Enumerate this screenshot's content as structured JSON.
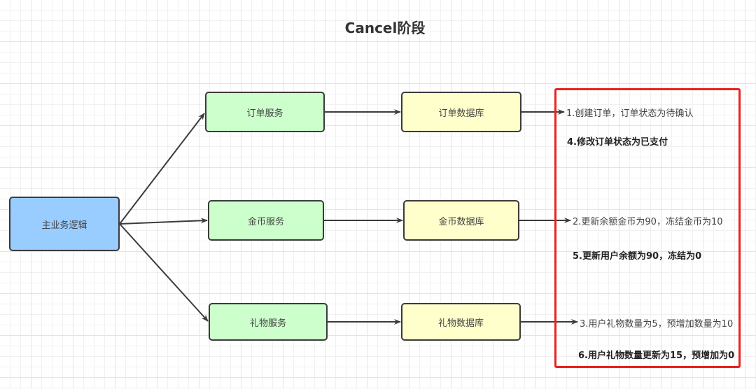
{
  "title": "Cancel阶段",
  "colors": {
    "main_fill": "#99ccff",
    "service_fill": "#ccffcc",
    "db_fill": "#ffffcc",
    "highlight_border": "#e8231d",
    "edge": "#3b3b3b"
  },
  "nodes": {
    "main": "主业务逻辑",
    "order_service": "订单服务",
    "coin_service": "金币服务",
    "gift_service": "礼物服务",
    "order_db": "订单数据库",
    "coin_db": "金币数据库",
    "gift_db": "礼物数据库"
  },
  "notes": {
    "step1": "1.创建订单，订单状态为待确认",
    "step4": "4.修改订单状态为已支付",
    "step2": "2.更新余额金币为90，冻结金币为10",
    "step5": "5.更新用户余额为90，冻结为0",
    "step3": "3.用户礼物数量为5，预增加数量为10",
    "step6": "6.用户礼物数量更新为15，预增加为0"
  },
  "edges": [
    {
      "from": "main",
      "to": "order_service"
    },
    {
      "from": "main",
      "to": "coin_service"
    },
    {
      "from": "main",
      "to": "gift_service"
    },
    {
      "from": "order_service",
      "to": "order_db"
    },
    {
      "from": "coin_service",
      "to": "coin_db"
    },
    {
      "from": "gift_service",
      "to": "gift_db"
    },
    {
      "from": "order_db",
      "to": "step1"
    },
    {
      "from": "coin_db",
      "to": "step2"
    },
    {
      "from": "gift_db",
      "to": "step3"
    }
  ]
}
